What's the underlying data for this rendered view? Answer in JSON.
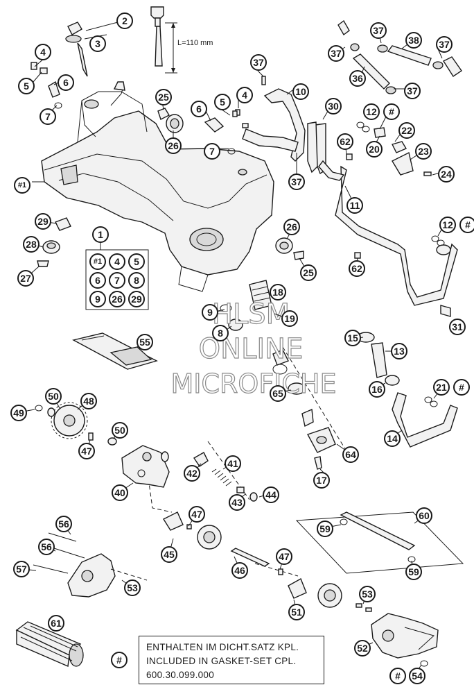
{
  "dimension_label": "L=110 mm",
  "info_box": {
    "line1": "ENTHALTEN IM DICHT.SATZ KPL.",
    "line2": "INCLUDED IN GASKET-SET CPL.",
    "line3": "600.30.099.000"
  },
  "watermark": {
    "line1": "HLSM",
    "line2": "ONLINE",
    "line3": "MICROFICHE"
  },
  "kit_group": {
    "label": "1",
    "items": [
      "#1",
      "4",
      "5",
      "6",
      "7",
      "8",
      "9",
      "26",
      "29"
    ]
  },
  "callouts": [
    "2",
    "3",
    "4",
    "5",
    "6",
    "7",
    "#1",
    "25",
    "26",
    "37",
    "6",
    "5",
    "4",
    "7",
    "10",
    "37",
    "38",
    "37",
    "37",
    "36",
    "37",
    "30",
    "12",
    "#",
    "22",
    "20",
    "62",
    "23",
    "24",
    "11",
    "37",
    "29",
    "28",
    "27",
    "26",
    "25",
    "62",
    "12",
    "#",
    "18",
    "9",
    "8",
    "19",
    "55",
    "65",
    "15",
    "13",
    "16",
    "31",
    "21",
    "#",
    "14",
    "50",
    "48",
    "49",
    "50",
    "47",
    "40",
    "41",
    "42",
    "43",
    "44",
    "47",
    "45",
    "46",
    "47",
    "64",
    "17",
    "60",
    "59",
    "59",
    "56",
    "56",
    "57",
    "53",
    "61",
    "51",
    "53",
    "52",
    "#",
    "#",
    "54"
  ]
}
